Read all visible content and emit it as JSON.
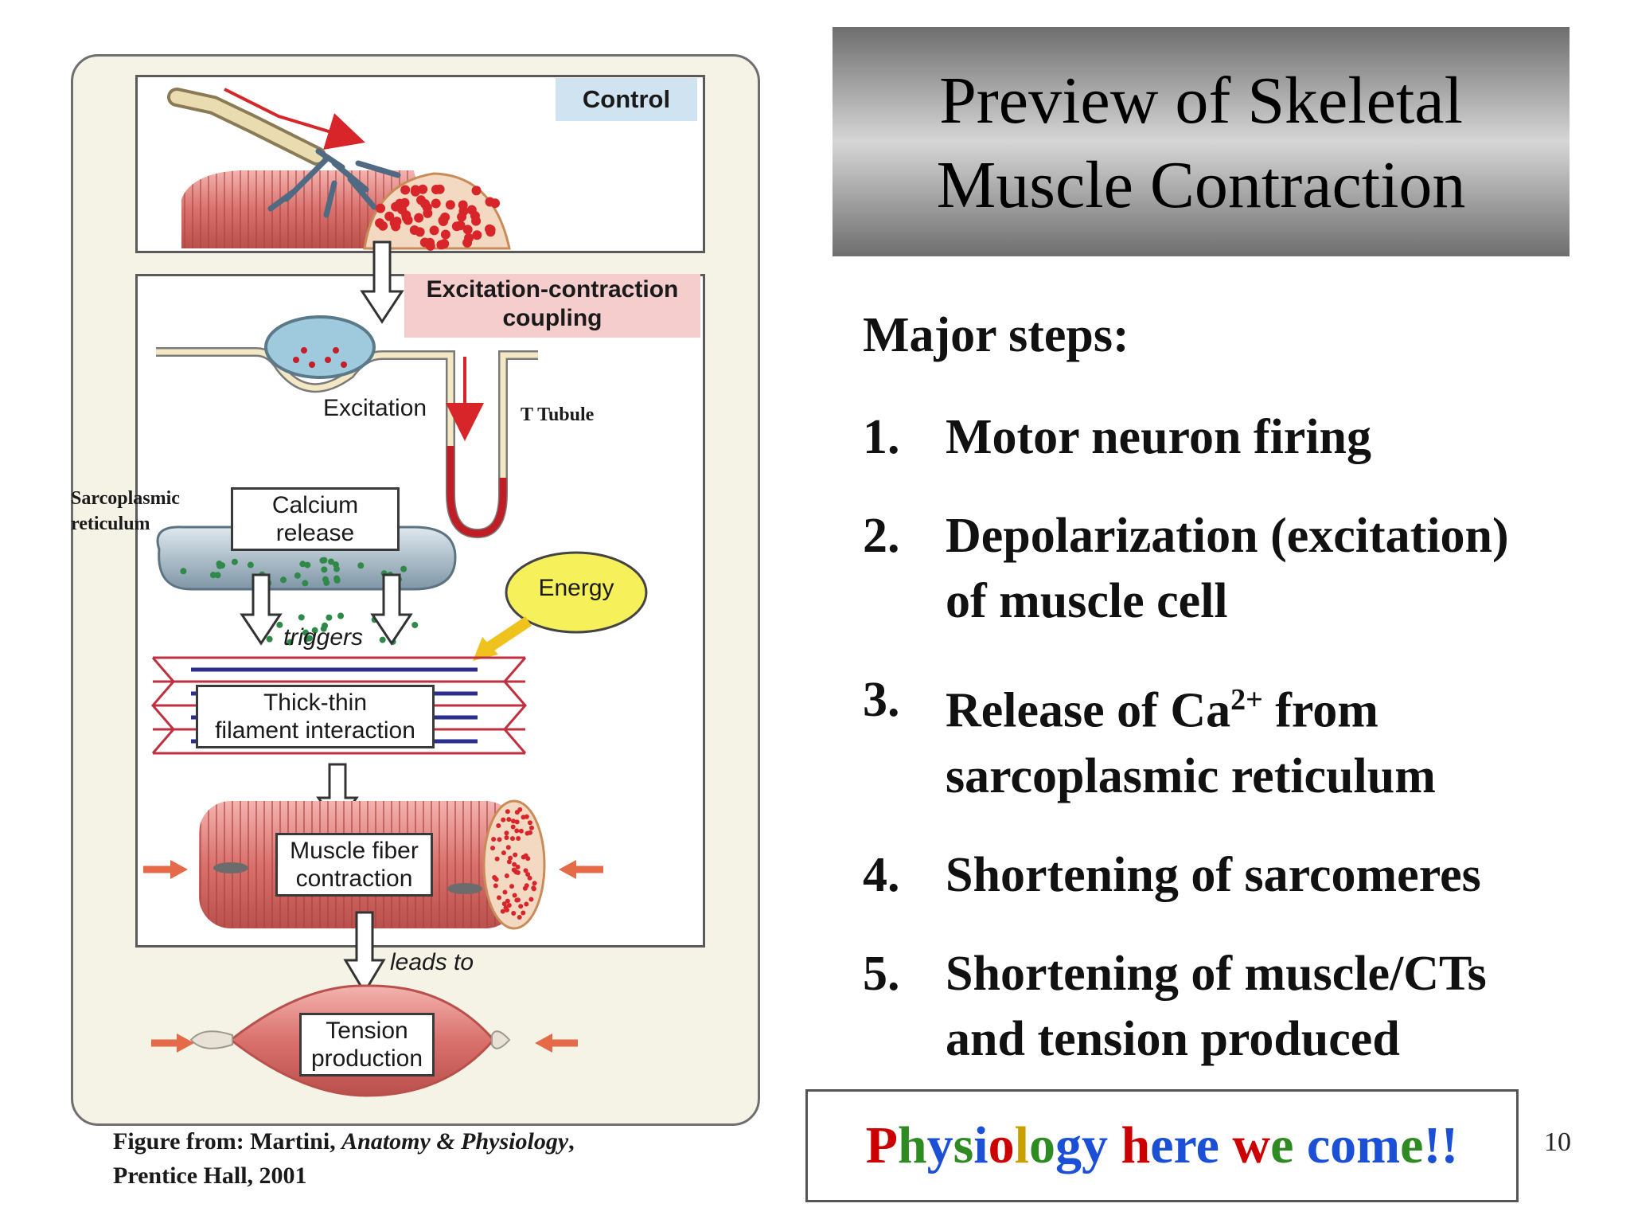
{
  "slide": {
    "title_line1": "Preview of Skeletal",
    "title_line2": "Muscle Contraction",
    "steps_heading": "Major steps:",
    "steps": [
      {
        "num": "1.",
        "line1": "Motor neuron firing",
        "line2": ""
      },
      {
        "num": "2.",
        "line1": "Depolarization (excitation)",
        "line2": "of muscle cell"
      },
      {
        "num": "3.",
        "line1": "Release of Ca",
        "sup": "2+",
        "line1_after": " from",
        "line2": "sarcoplasmic reticulum"
      },
      {
        "num": "4.",
        "line1": "Shortening of sarcomeres",
        "line2": ""
      },
      {
        "num": "5.",
        "line1": "Shortening of muscle/CTs",
        "line2": "and tension produced"
      }
    ],
    "slogan_parts": [
      {
        "text": "P",
        "color": "#cc0000"
      },
      {
        "text": "h",
        "color": "#2e8b22"
      },
      {
        "text": "y",
        "color": "#1a4fd6"
      },
      {
        "text": "s",
        "color": "#2e8b22"
      },
      {
        "text": "i",
        "color": "#1a4fd6"
      },
      {
        "text": "o",
        "color": "#cc0000"
      },
      {
        "text": "l",
        "color": "#c8a000"
      },
      {
        "text": "o",
        "color": "#2e8b22"
      },
      {
        "text": "g",
        "color": "#1a4fd6"
      },
      {
        "text": "y",
        "color": "#1a4fd6"
      },
      {
        "text": " ",
        "color": "#000000"
      },
      {
        "text": "h",
        "color": "#cc0000"
      },
      {
        "text": "e",
        "color": "#1a4fd6"
      },
      {
        "text": "r",
        "color": "#1a4fd6"
      },
      {
        "text": "e",
        "color": "#1a4fd6"
      },
      {
        "text": " ",
        "color": "#000000"
      },
      {
        "text": "w",
        "color": "#cc0000"
      },
      {
        "text": "e",
        "color": "#2e8b22"
      },
      {
        "text": " ",
        "color": "#000000"
      },
      {
        "text": "c",
        "color": "#1a4fd6"
      },
      {
        "text": "o",
        "color": "#1a4fd6"
      },
      {
        "text": "m",
        "color": "#1a4fd6"
      },
      {
        "text": "e",
        "color": "#2e8b22"
      },
      {
        "text": "!!",
        "color": "#1a4fd6"
      }
    ],
    "page_number": "10"
  },
  "figure": {
    "control": "Control",
    "ecc_line1": "Excitation-contraction",
    "ecc_line2": "coupling",
    "excitation": "Excitation",
    "t_tubule": "T Tubule",
    "sr_line1": "Sarcoplasmic",
    "sr_line2": "reticulum",
    "calcium_line1": "Calcium",
    "calcium_line2": "release",
    "energy": "Energy",
    "triggers": "triggers",
    "thick_line1": "Thick-thin",
    "thick_line2": "filament interaction",
    "fiber_line1": "Muscle fiber",
    "fiber_line2": "contraction",
    "leads_to": "leads to",
    "tension_line1": "Tension",
    "tension_line2": "production",
    "credit_line1_a": "Figure from: Martini, ",
    "credit_line1_b": "Anatomy & Physiology",
    "credit_line1_c": ",",
    "credit_line2": "Prentice Hall, 2001"
  }
}
